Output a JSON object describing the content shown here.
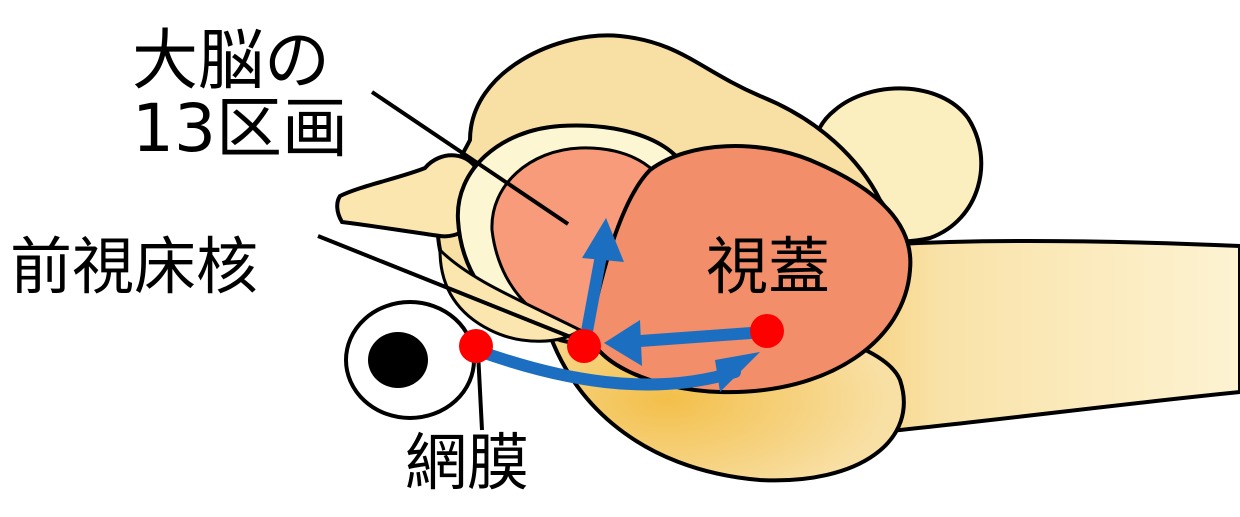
{
  "labels": {
    "cerebrum_line1": "大脳の",
    "cerebrum_line2": "13区画",
    "preoptic": "前視床核",
    "tectum": "視蓋",
    "retina": "網膜"
  },
  "colors": {
    "brain_fill": "#f8dfa3",
    "brain_light": "#fdf6d3",
    "cerebrum_fill": "#f79b7a",
    "tectum_fill": "#f28e69",
    "arrow": "#1c6fc0",
    "node": "#ff0000",
    "outline": "#000000"
  }
}
